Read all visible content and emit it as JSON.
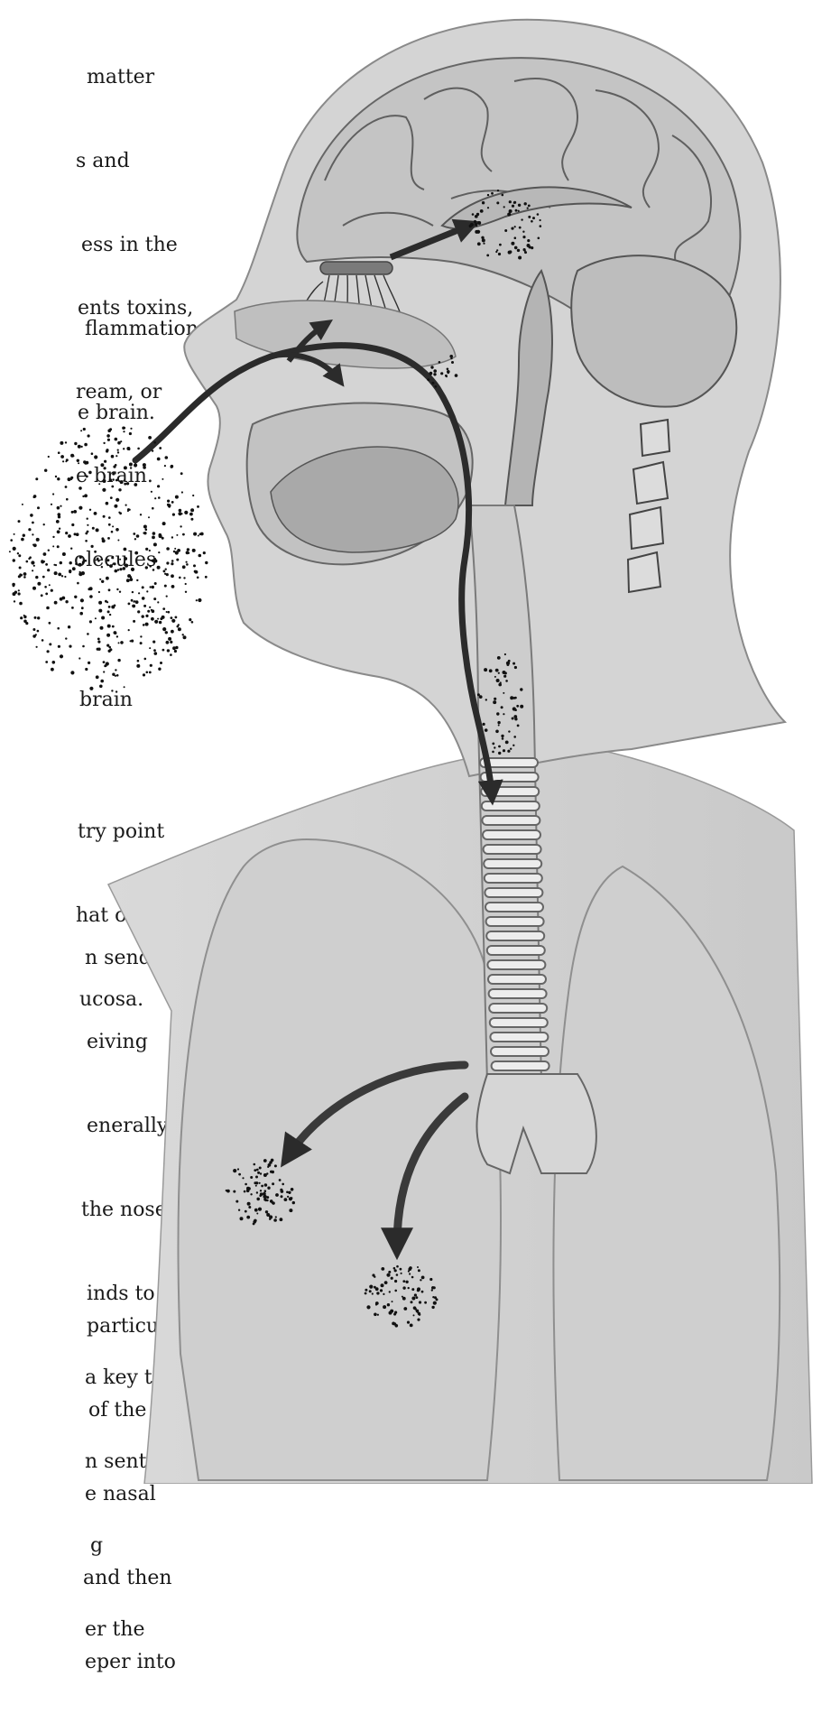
{
  "text_fragments": {
    "block1": [
      "matter",
      "s and",
      "ess in the",
      "flammation,",
      "e brain."
    ],
    "block2": [
      "ents toxins,",
      "ream, or",
      "e brain.",
      "olecules",
      "",
      "brain"
    ],
    "block3": [
      "try point",
      "hat only",
      "ucosa."
    ],
    "block4": [
      "n send",
      "eiving",
      "enerally,",
      "the nose",
      "inds to the",
      "a key that",
      "n sent to",
      "g",
      "er the"
    ],
    "block5": [
      "particulate",
      "of the",
      "e nasal",
      "and then",
      "eper into"
    ]
  },
  "colors": {
    "skin": "#d3d3d3",
    "brain": "#c6c6c6",
    "outline": "#555555",
    "arrow": "#2b2b2b",
    "particle": "#111111"
  },
  "icons": [
    "particle-cloud",
    "arrow"
  ]
}
